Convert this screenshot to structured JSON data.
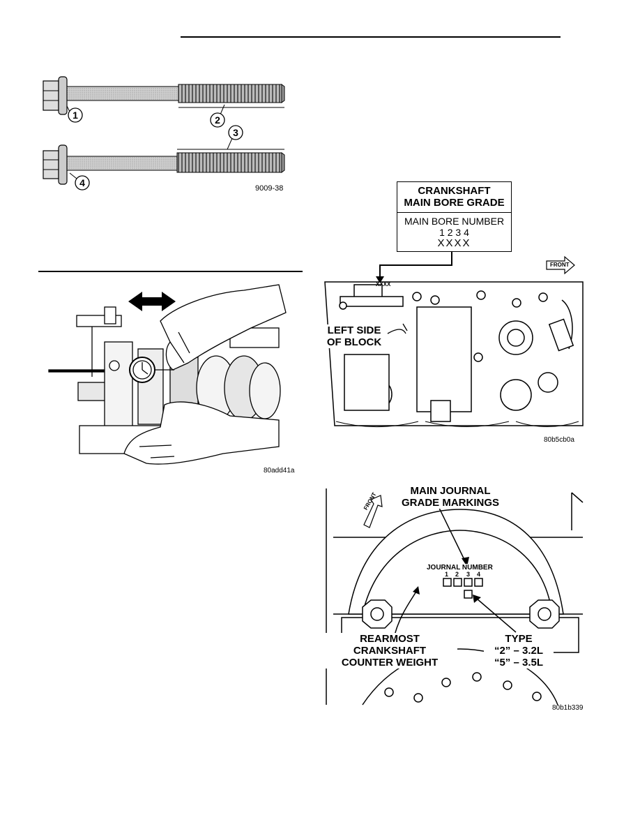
{
  "figures": {
    "bolts": {
      "id": "9009-38",
      "callouts": [
        "1",
        "2",
        "3",
        "4"
      ]
    },
    "dial_indicator": {
      "id": "80add41a"
    },
    "bore_grade": {
      "id": "80b5cb0a",
      "box_title_line1": "CRANKSHAFT",
      "box_title_line2": "MAIN BORE GRADE",
      "box_label": "MAIN BORE NUMBER",
      "box_numbers": "1 2 3 4",
      "box_code": "XXXX",
      "block_code": "XXXX",
      "front_label": "FRONT",
      "left_side_line1": "LEFT SIDE",
      "left_side_line2": "OF BLOCK"
    },
    "journal": {
      "id": "80b1b339",
      "title_line1": "MAIN JOURNAL",
      "title_line2": "GRADE MARKINGS",
      "front_label": "FRONT",
      "journal_number": "JOURNAL NUMBER",
      "journal_digits": [
        "1",
        "2",
        "3",
        "4"
      ],
      "counterweight_line1": "REARMOST CRANKSHAFT",
      "counterweight_line2": "COUNTER WEIGHT",
      "type_title": "TYPE",
      "type_line1": "“2” – 3.2L",
      "type_line2": "“5” – 3.5L"
    }
  }
}
